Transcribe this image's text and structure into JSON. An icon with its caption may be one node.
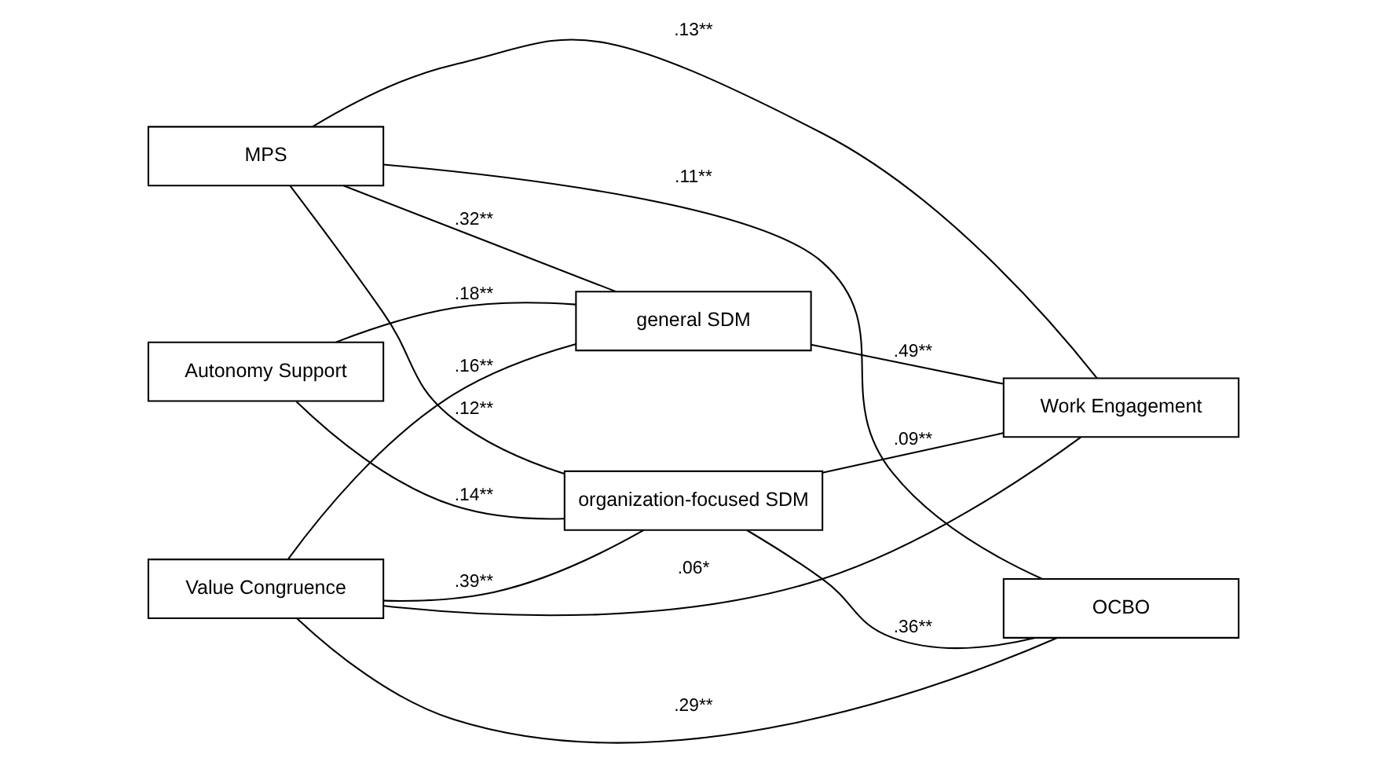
{
  "diagram": {
    "nodes": [
      {
        "text": [
          "MPS"
        ]
      },
      {
        "text": [
          "Autonomy Support"
        ]
      },
      {
        "text": [
          "Value Congruence"
        ]
      },
      {
        "text": [
          "general SDM"
        ]
      },
      {
        "text": [
          "organization-focused SDM"
        ]
      },
      {
        "text": [
          "Work Engagement"
        ]
      },
      {
        "text": [
          "OCBO"
        ]
      }
    ],
    "edges": [
      {
        "from": 0,
        "to": 6,
        "label": ".11**",
        "arrow": "none"
      },
      {
        "from": 0,
        "to": 5,
        "label": ".13**",
        "arrow": "none"
      },
      {
        "from": 0,
        "to": 3,
        "label": ".32**",
        "arrow": "none"
      },
      {
        "from": 0,
        "to": 4,
        "label": ".12**",
        "arrow": "none"
      },
      {
        "from": 1,
        "to": 3,
        "label": ".18**",
        "arrow": "none"
      },
      {
        "from": 1,
        "to": 4,
        "label": ".14**",
        "arrow": "none"
      },
      {
        "from": 2,
        "to": 3,
        "label": ".16**",
        "arrow": "none"
      },
      {
        "from": 2,
        "to": 4,
        "label": ".39**",
        "arrow": "none"
      },
      {
        "from": 3,
        "to": 5,
        "label": ".49**",
        "arrow": "none"
      },
      {
        "from": 4,
        "to": 5,
        "label": ".09**",
        "arrow": "none"
      },
      {
        "from": 4,
        "to": 6,
        "label": ".36**",
        "arrow": "none"
      },
      {
        "from": 2,
        "to": 6,
        "label": ".29**",
        "arrow": "none"
      },
      {
        "from": 2,
        "to": 5,
        "label": ".06*",
        "arrow": "none"
      }
    ]
  }
}
